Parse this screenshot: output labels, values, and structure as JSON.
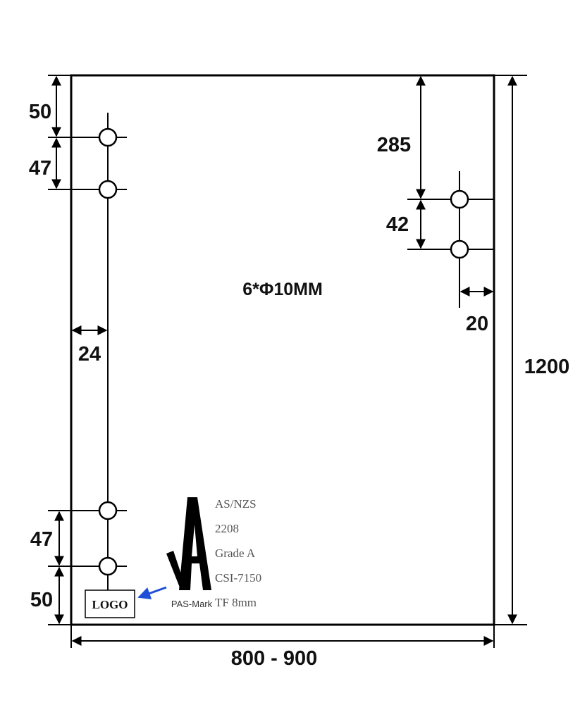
{
  "dimensions": {
    "top_offset_left": "50",
    "hole_spacing_top_left": "47",
    "hole_spacing_bottom_left": "47",
    "bottom_offset_left": "50",
    "edge_offset_left": "24",
    "top_offset_right": "285",
    "hole_spacing_right": "42",
    "edge_offset_right": "20",
    "height": "1200",
    "width": "800 - 900"
  },
  "center_label": "6*Φ10MM",
  "certification": {
    "lines": [
      "AS/NZS",
      "2208",
      "Grade A",
      "CSI-7150",
      "TF 8mm"
    ],
    "mark_caption": "PAS-Mark",
    "mark_letter": "A"
  },
  "logo_label": "LOGO",
  "colors": {
    "line": "#000000",
    "arrow": "#1f4fd8",
    "certification_text": "#555555"
  }
}
